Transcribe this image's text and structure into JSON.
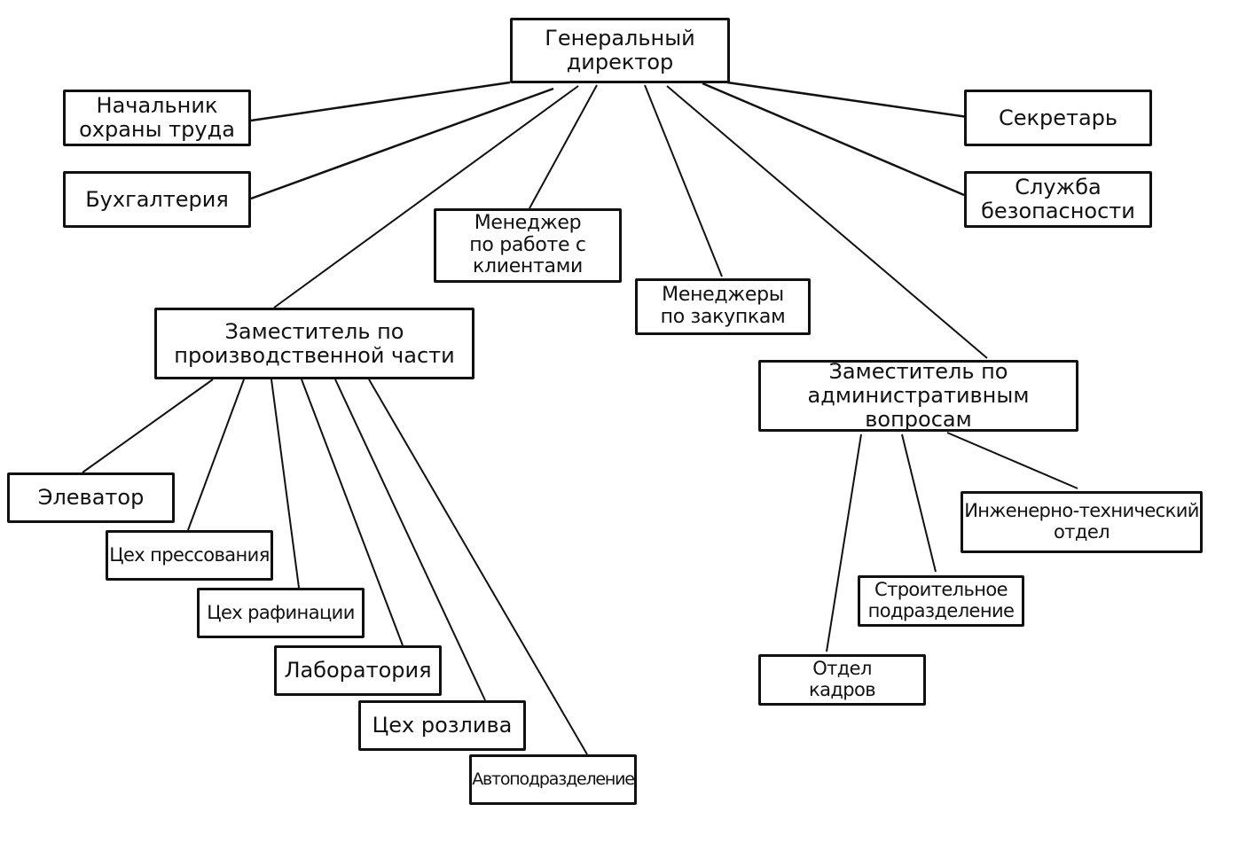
{
  "title": "Организационная структура предприятия",
  "nodes": {
    "gd": "Генеральный\nдиректор",
    "nachalnik_ohrany": "Начальник\nохраны труда",
    "buhgalteriya": "Бухгалтерия",
    "sekretar": "Секретарь",
    "sluzhba_bez": "Служба\nбезопасности",
    "menedzher_klient": "Менеджер\nпо работе с\nклиентами",
    "menedzhery_zakup": "Менеджеры\nпо закупкам",
    "zam_proizv": "Заместитель по\nпроизводственной части",
    "zam_admin": "Заместитель по\nадминистративным вопросам",
    "elevator": "Элеватор",
    "ceh_press": "Цех прессования",
    "ceh_rafin": "Цех рафинации",
    "laboratoriya": "Лаборатория",
    "ceh_rozliva": "Цех розлива",
    "avtopodrazd": "Автоподразделение",
    "inzh_tehn": "Инженерно-технический\nотдел",
    "stroit": "Строительное\nподразделение",
    "otdel_kadrov": "Отдел\nкадров"
  },
  "edges": [
    [
      "gd",
      "nachalnik_ohrany"
    ],
    [
      "gd",
      "buhgalteriya"
    ],
    [
      "gd",
      "zam_proizv"
    ],
    [
      "gd",
      "menedzher_klient"
    ],
    [
      "gd",
      "menedzhery_zakup"
    ],
    [
      "gd",
      "zam_admin"
    ],
    [
      "gd",
      "sluzhba_bez"
    ],
    [
      "gd",
      "sekretar"
    ],
    [
      "zam_proizv",
      "elevator"
    ],
    [
      "zam_proizv",
      "ceh_press"
    ],
    [
      "zam_proizv",
      "ceh_rafin"
    ],
    [
      "zam_proizv",
      "laboratoriya"
    ],
    [
      "zam_proizv",
      "ceh_rozliva"
    ],
    [
      "zam_proizv",
      "avtopodrazd"
    ],
    [
      "zam_admin",
      "otdel_kadrov"
    ],
    [
      "zam_admin",
      "stroit"
    ],
    [
      "zam_admin",
      "inzh_tehn"
    ]
  ]
}
